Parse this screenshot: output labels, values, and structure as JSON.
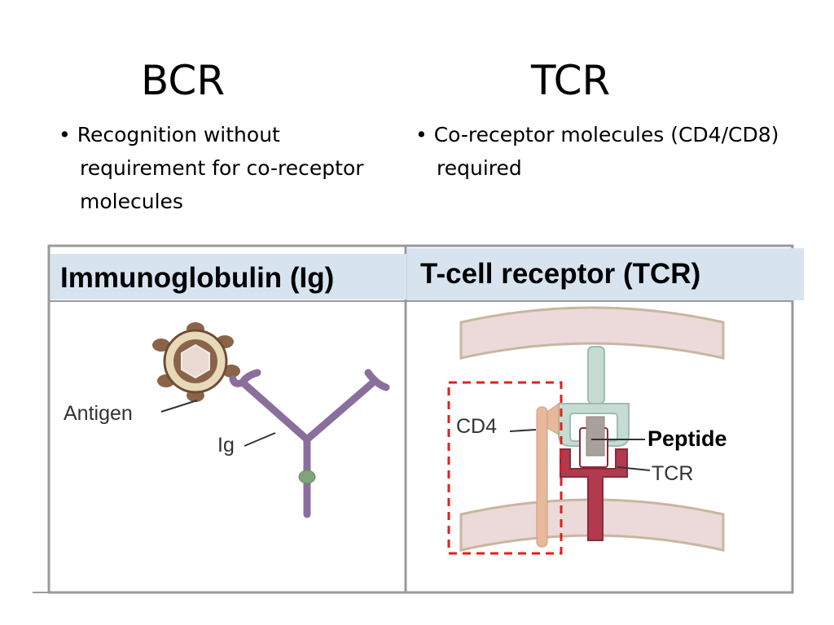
{
  "bcr": {
    "title": "BCR",
    "bullet_lines": [
      "• Recognition without",
      "requirement for co-receptor",
      "molecules"
    ]
  },
  "tcr": {
    "title": "TCR",
    "bullet_lines": [
      "• Co-receptor molecules  (CD4/CD8)",
      "required"
    ]
  },
  "panels": {
    "left": {
      "header": "Immunoglobulin (Ig)",
      "labels": {
        "antigen": "Antigen",
        "ig": "Ig"
      }
    },
    "right": {
      "header": "T-cell receptor (TCR)",
      "labels": {
        "cd4": "CD4",
        "peptide": "Peptide",
        "tcr": "TCR"
      }
    }
  },
  "colors": {
    "header_bg": "#d7e4f0",
    "frame": "#9a9a9a",
    "ig": "#8a6f9c",
    "antigen_brown": "#8a6448",
    "membrane": "#ecd9d9",
    "membrane_edge": "#c8b6a0",
    "mhc": "#c6dcd3",
    "tcr_red": "#b23a4e",
    "cd4": "#e8b89b",
    "dash_red": "#e0201c"
  }
}
